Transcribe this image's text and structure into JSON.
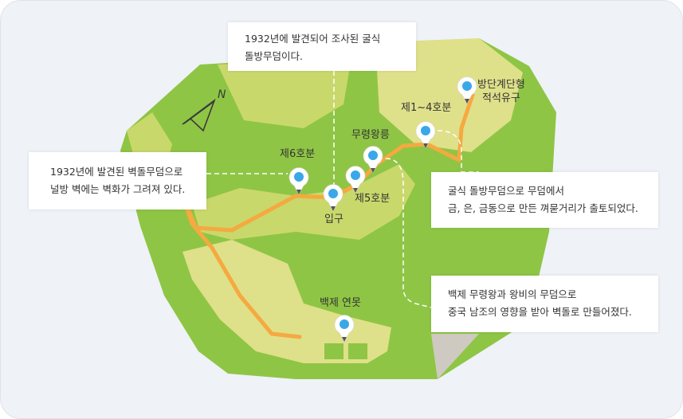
{
  "map": {
    "places": [
      {
        "id": "tier-tomb",
        "label_lines": [
          "방단계단형",
          "적석유구"
        ]
      },
      {
        "id": "tombs-1-4",
        "label_lines": [
          "제1~4호분"
        ]
      },
      {
        "id": "king-muryeong-tomb",
        "label_lines": [
          "무령왕릉"
        ]
      },
      {
        "id": "tomb-6",
        "label_lines": [
          "제6호분"
        ]
      },
      {
        "id": "tomb-5",
        "label_lines": [
          "제5호분"
        ]
      },
      {
        "id": "entrance",
        "label_lines": [
          "입구"
        ]
      },
      {
        "id": "baekje-pond",
        "label_lines": [
          "백제 연못"
        ]
      }
    ],
    "callouts": [
      {
        "id": "top",
        "lines": [
          "1932년에 발견되어 조사된 굴식",
          "돌방무덤이다."
        ]
      },
      {
        "id": "left",
        "lines": [
          "1932년에 발견된 벽돌무덤으로",
          "널방 벽에는 벽화가 그려져 있다."
        ]
      },
      {
        "id": "right-1",
        "lines": [
          "굴식 돌방무덤으로 무덤에서",
          "금, 은, 금동으로 만든 껴묻거리가 출토되었다."
        ]
      },
      {
        "id": "right-2",
        "lines": [
          "백제 무령왕과 왕비의 무덤으로",
          "중국 남조의 영향을 받아 벽돌로 만들어졌다."
        ]
      }
    ],
    "compass": {
      "icon": "north-arrow-icon",
      "letter": "N"
    },
    "colors": {
      "background": "#eff2f7",
      "land_dark": "#8fc545",
      "land_mid": "#b9d55a",
      "land_light": "#dfe08a",
      "path": "#f5a940",
      "marker": "#3aa8e8"
    }
  }
}
